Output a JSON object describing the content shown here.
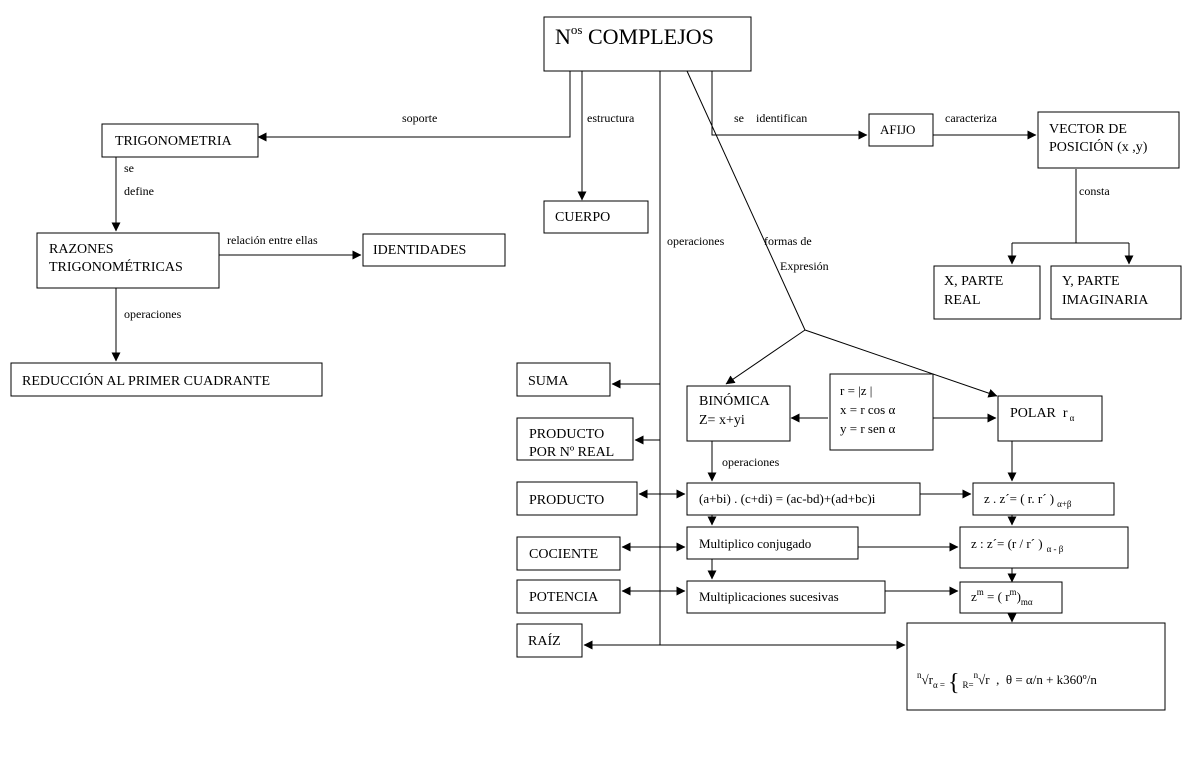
{
  "nodes": {
    "complejos": {
      "prefix": "N",
      "sup": "os",
      "rest": " COMPLEJOS"
    },
    "trigonometria": "TRIGONOMETRIA",
    "razones": [
      "RAZONES",
      "TRIGONOMÉTRICAS"
    ],
    "identidades": "IDENTIDADES",
    "reduccion": "REDUCCIÓN AL PRIMER CUADRANTE",
    "cuerpo": "CUERPO",
    "afijo": "AFIJO",
    "vector": [
      "VECTOR DE",
      "POSICIÓN (x ,y)"
    ],
    "x_parte_real": [
      "X, PARTE",
      "REAL"
    ],
    "y_parte_imaginaria": [
      "Y, PARTE",
      "IMAGINARIA"
    ],
    "suma": "SUMA",
    "producto_real": [
      "PRODUCTO",
      "POR Nº REAL"
    ],
    "producto": "PRODUCTO",
    "cociente": "COCIENTE",
    "potencia": "POTENCIA",
    "raiz": "RAÍZ",
    "binomica": [
      "BINÓMICA",
      "Z= x+yi"
    ],
    "conversion": [
      "r = |z |",
      "x = r cos α",
      "y = r sen α"
    ],
    "polar": {
      "text": "POLAR  r",
      "sub": "α"
    },
    "prod_binomica": "(a+bi) . (c+di) = (ac-bd)+(ad+bc)i",
    "cociente_binomica": "Multiplico conjugado",
    "potencia_binomica": "Multiplicaciones sucesivas",
    "prod_polar": {
      "text": "z . z´= ( r. r´ )",
      "sub": "α+β"
    },
    "cociente_polar": {
      "text": "z : z´= (r / r´ )",
      "sub": "α - β"
    },
    "potencia_polar": {
      "base": "z",
      "exp": "m",
      "mid": " = ( r",
      "exp2": "m",
      "close": ")",
      "sub": "mα"
    },
    "raiz_polar": {
      "n1": "n",
      "root": "√r",
      "sub1": "α =",
      "brace": "{",
      "R": "R=",
      "n2": "n",
      "root2": "√r",
      "rest": "  ,  θ = α/n + k360º/n"
    }
  },
  "labels": {
    "soporte": "soporte",
    "estructura": "estructura",
    "se_identifican": "se    identifican",
    "caracteriza": "caracteriza",
    "consta": "consta",
    "se": "se",
    "define": "define",
    "relacion": "relación entre ellas",
    "operaciones_trig": "operaciones",
    "operaciones_main": "operaciones",
    "formas_de": "formas de",
    "expresion": "Expresión",
    "operaciones_bin": "operaciones"
  }
}
